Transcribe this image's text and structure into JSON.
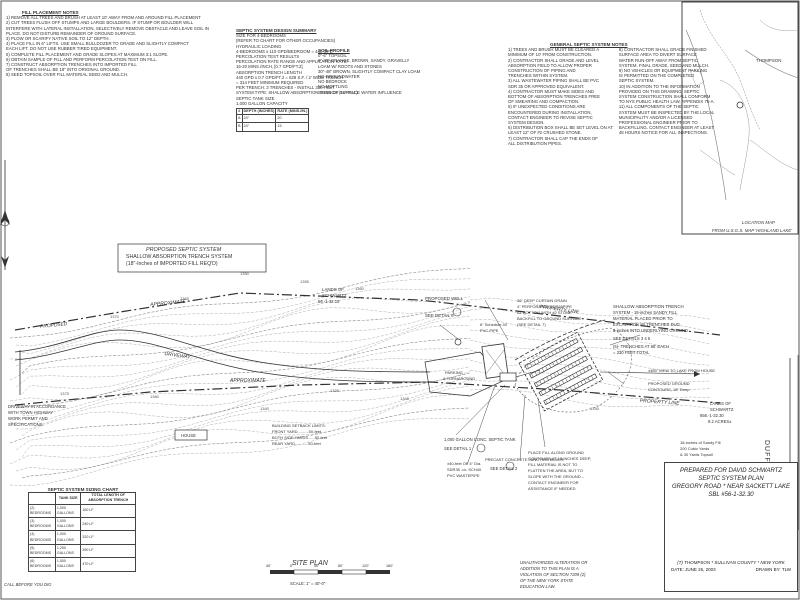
{
  "fill_notes": {
    "title": "FILL PLACEMENT NOTES",
    "lines": [
      "1) REMOVE ALL TREES AND BRUSH AT LEAST 10' AWAY FROM AND AROUND FILL PLACEMENT",
      "2) CUT TREES FLUSH OFF STUMPS AND LARGE BOULDERS. IF STUMP OR BOULDER WILL",
      "   INTERFERE WITH LATERAL INSTALLATION, SELECTIVELY REMOVE OBSTACLE AND LEAVE SOIL IN",
      "   PLACE. DO NOT DISTURB REMAINDER OF GROUND SURFACE.",
      "3) PLOW OR SCARIFY NATIVE SOIL TO 12\" DEPTH.",
      "4) PLACE FILL IN 6\" LIFTS. USE SMALL BULLDOZER TO GRADE AND SLIGHTLY COMPACT",
      "   EACH LIFT. DO NOT USE RUBBER TIRED EQUIPMENT.",
      "5) COMPLETE FILL PLACEMENT AND GRADE SLOPES AT MAXIMUM 3:1 SLOPE.",
      "6) OBTAIN SAMPLE OF FILL AND PERFORM PERCOLATION TEST ON FILL.",
      "7) CONSTRUCT ABSORPTION TRENCHES INTO IMPORTED FILL",
      "   OF TRENCHES SHALL BE 18\" INTO ORIGINAL GROUND.",
      "8) SEED TOPSOIL OVER FILL MATERIAL SEED AND MULCH."
    ]
  },
  "design_summary": {
    "title": "SEPTIC SYSTEM DESIGN SUMMARY",
    "lines": [
      "SIZE FOR 4-BEDROOMS",
      "(REFER TO CHART FOR OTHER OCCUPANCIES)",
      "HYDRAULIC LOADING",
      "4-BEDROOMS x 110 GPD/BEDROOM = 440 GPD",
      "PERCOLATION TEST RESULTS",
      "PERCOLATION RATE RANGE AND APPLICATION RATE:",
      "16-20 MINS./INCH, [0.7 GPD/FT.2]",
      "ABSORPTION TRENCH LENGTH",
      "440 GPD x 0.7 GPD/FT.2 = 628 S.F. / 2' WIDE TRENCH",
      "= 314 FEET MINIMUM REQUIRED",
      "PER TRENCH: 3 TRENCHES - INSTALL 330 FEET",
      "SYSTEM TYPE: SHALLOW ABSORPTION TRENCH (18\" FILL)",
      "SEPTIC TANK SIZE",
      "1,000 GALLON CAPACITY"
    ],
    "perc_table": {
      "headers": [
        "#",
        "DEPTH (INCHES)",
        "RATE (MINS./IN.)"
      ],
      "rows": [
        [
          "A",
          "24\"",
          "20"
        ],
        [
          "B",
          "24\"",
          "15"
        ]
      ]
    }
  },
  "soil_profile": {
    "title": "SOIL PROFILE",
    "lines": [
      "0\"-6\"   TOPSOIL",
      "6\"-30\"  ORANGE, BROWN, SANDY, GRAVELLY",
      "         LOAM W/ ROOTS AND STONES",
      "30\"-48\" BROWN, SLIGHTLY COMPACT CLAY LOAM",
      "NO GROUNDWATER",
      "NO BEDROCK",
      "NO MOTTLING",
      "SIGNS OF SURFACE WATER INFLUENCE"
    ]
  },
  "general_notes": {
    "title": "GENERAL SEPTIC SYSTEM NOTES",
    "col1": [
      "1) TREES AND BRUSH MUST BE CLEARED A",
      "   MINIMUM OF 10' FROM CONSTRUCTION.",
      "2) CONTRACTOR SHALL GRADE AND LEVEL",
      "   ABSORPTION FIELD TO ALLOW PROPER",
      "   CONSTRUCTION OF PIPING AND",
      "   TRENCHES WITHIN SYSTEM.",
      "3) ALL WASTEWATER PIPING SHALL BE PVC",
      "   SDR 35 OR APPROVED EQUIVALENT.",
      "4) CONTRACTOR MUST MAKE SIDES AND",
      "   BOTTOM OF ABSORPTION TRENCHES FREE",
      "   OF SMEARING AND COMPACTION.",
      "5) IF UNEXPECTED CONDITIONS ARE",
      "   ENCOUNTERED DURING INSTALLATION,",
      "   CONTACT ENGINEER TO REVISE SEPTIC",
      "   SYSTEM DESIGN.",
      "6) DISTRIBUTION BOX SHALL BE SET LEVEL ON AT",
      "   LEAST 12\" OF #2 CRUSHED STONE.",
      "7) CONTRACTOR SHALL CAP THE ENDS OF",
      "   ALL DISTRIBUTION PIPES."
    ],
    "col2": [
      "8) CONTRACTOR SHALL GRADE FINISHED",
      "   SURFACE AREA TO DIVERT SURFACE",
      "   WATER RUN-OFF AWAY FROM SEPTIC",
      "   SYSTEM. FINAL GRADE, SEED AND MULCH.",
      "9) NO VEHICLES OR EQUIPMENT PARKING",
      "   IS PERMITTED ON THE COMPLETED",
      "   SEPTIC SYSTEM.",
      "10) IN ADDITION TO THE INFORMATION",
      "    PROVIDED ON THIS DRAWING, SEPTIC",
      "    SYSTEM CONSTRUCTION SHALL CONFORM",
      "    TO NYS PUBLIC HEALTH LAW, APPENDIX 75-A.",
      "11) ALL COMPONENTS OF THE SEPTIC",
      "    SYSTEM MUST BE INSPECTED BY THE LOCAL",
      "    MUNICIPALITY AND/OR A LICENSED",
      "    PROFESSIONAL ENGINEER PRIOR TO",
      "    BACKFILLING. CONTACT ENGINEER AT LEAST",
      "    48 HOURS NOTICE FOR ALL INSPECTIONS."
    ]
  },
  "sizing_chart": {
    "title": "SEPTIC SYSTEM SIZING CHART",
    "headers": [
      "",
      "TANK SIZE",
      "TOTAL LENGTH OF ABSORPTION TRENCH"
    ],
    "rows": [
      [
        "(2) BEDROOMS",
        "1,000 GALLONS",
        "160 LF"
      ],
      [
        "(3) BEDROOMS",
        "1,000 GALLONS",
        "240 LF"
      ],
      [
        "(4) BEDROOMS",
        "1,000 GALLONS",
        "320 LF"
      ],
      [
        "(5) BEDROOMS",
        "1,250 GALLONS",
        "390 LF"
      ],
      [
        "(6) BEDROOMS",
        "1,500 GALLONS",
        "470 LF"
      ]
    ]
  },
  "labels": {
    "proposed_system_title": "PROPOSED SEPTIC SYSTEM",
    "proposed_system_l2": "SHALLOW ABSORPTION TRENCH SYSTEM",
    "proposed_system_l3": "(18\"-Inches of IMPORTED FILL REQ'D)",
    "lands_of": "LANDS OF",
    "schwartz": "SCHWARTZ",
    "sbl_left": "56.-1-32.19",
    "sbl_right": "856.-1-32.30",
    "acres": "9.2 ACRES±",
    "approximate": "APPROXIMATE",
    "property_line": "PROPERTY LINE",
    "proposed": "PROPOSED",
    "driveway": "DRIVEWAY",
    "proposed_well": "PROPOSED WELL",
    "see_detail_6": "SEE DETAIL 6",
    "parking": "PARKING",
    "turnaround": "& TURNAROUND",
    "house": "HOUSE",
    "septic_tank": "1,000 GALLON CONC. SEPTIC TANK",
    "see_detail_1": "SEE DETAIL 1",
    "building_setback": "BUILDING SETBACK LIMITS:",
    "front_yard": "FRONT YARD..........50-feet",
    "side_yards": "BOTH SIDE YARDS......50-feet",
    "rear_yard": "REAR YARD............50-feet",
    "pvc": "±40-feet OF 4\" Dia.",
    "pvc2": "SDR35 -or- SCH40",
    "pvc3": "PVC WASTEPIPE",
    "junction": "PRECAST CONCRETE JUNCTION BOXES",
    "see_detail_2": "SEE DETAIL 2",
    "place_fill": "PLACE FILL ALONG GROUND",
    "place_fill2": "CONTOURS AT 18-INCHES DEEP,",
    "place_fill3": "FILL MATERIAL IS NOT TO",
    "place_fill4": "FLATTEN THE AREA, BUT TO",
    "place_fill5": "SLOPE WITH THE GROUND...",
    "place_fill6": "CONTACT ENGINEER FOR",
    "place_fill7": "ASSISTANCE IF NEEDED",
    "curtain_drain": "36\" DEEP CURTAIN DRAIN",
    "curtain_drain2": "4\" PERFORATED SDR35PIPE",
    "curtain_drain3": "AT BOTTOM WITH #2 STONE",
    "curtain_drain4": "BACKFILL TO GROUND SURFACE",
    "curtain_drain5": "(SEE DETAIL 7)",
    "schedule40": "6\" Schedule 40",
    "pvc_pipe": "PVC PIPE",
    "shallow_trench": "SHALLOW ABSORPTION TRENCH",
    "shallow_trench2": "SYSTEM - 18-inches SANDY FILL",
    "shallow_trench3": "MATERIAL PLACED PRIOR TO",
    "shallow_trench4": "EXCAVATION W/ TRENCHES DUG",
    "shallow_trench5": "6-inches INTO UNDERLYING GROUND",
    "see_details": "SEE DETAILS 3 4 5",
    "trenches": "(5)- TRENCHES AT 66' EACH",
    "trenches2": "= 330 FEET TOTAL",
    "view_to_lake": "±450' VIEW TO LAKE FROM HOUSE",
    "proposed_contours": "PROPOSED GROUND",
    "proposed_contours2": "CONTOURS, 18\" Deep",
    "sandy_fill": "18-inches of Sandy Fill",
    "sandy_fill2": "200 Cubic Yards",
    "sandy_fill3": "& 30 Yards Topsoil",
    "driveway_note": "DRIVEWAY IN ACCORDANCE",
    "driveway_note2": "WITH TOWN HIGHWAY",
    "driveway_note3": "WORK PERMIT AND",
    "driveway_note4": "SPECIFICATIONS",
    "location_map": "LOCATION MAP",
    "location_map2": "FROM U.S.G.S. MAP 'HIGHLAND LAKE'",
    "thompson": "THOMPSON",
    "site_plan": "SITE PLAN",
    "scale": "SCALE: 1\" = 40'-0\"",
    "scale_ticks": [
      "40'",
      "0'",
      "40'",
      "80'",
      "120'",
      "160'"
    ],
    "unauthorized": "UNAUTHORIZED ALTERATION OR",
    "unauthorized2": "ADDITION TO THIS PLAN IS A",
    "unauthorized3": "VIOLATION OF SECTION 7209 (2)",
    "unauthorized4": "OF THE NEW YORK STATE",
    "unauthorized5": "EDUCATION LAW.",
    "side_road": "DUFF ROAD",
    "call_note": "CALL BEFORE YOU DIG",
    "contour_labels": [
      "1350",
      "1355",
      "1360",
      "1365",
      "1370",
      "1375",
      "1380",
      "1340",
      "1335",
      "1345",
      "1330"
    ]
  },
  "title_block": {
    "prepared_for": "PREPARED FOR DAVID SCHWARTZ",
    "plan_name": "SEPTIC SYSTEM PLAN",
    "location": "GREGORY ROAD * NEAR SACKETT LAKE",
    "sbl": "SBL #56-1-32.30",
    "county": "(T) THOMPSON * SULLIVAN COUNTY * NEW YORK",
    "date": "DATE:  JUNE 26, 2003",
    "drawn_by": "DRAWN BY:  TLW"
  },
  "colors": {
    "ink": "#333333",
    "contour": "#8a8a8a",
    "paper": "#ffffff"
  },
  "icons": [
    "north-arrow-icon"
  ]
}
